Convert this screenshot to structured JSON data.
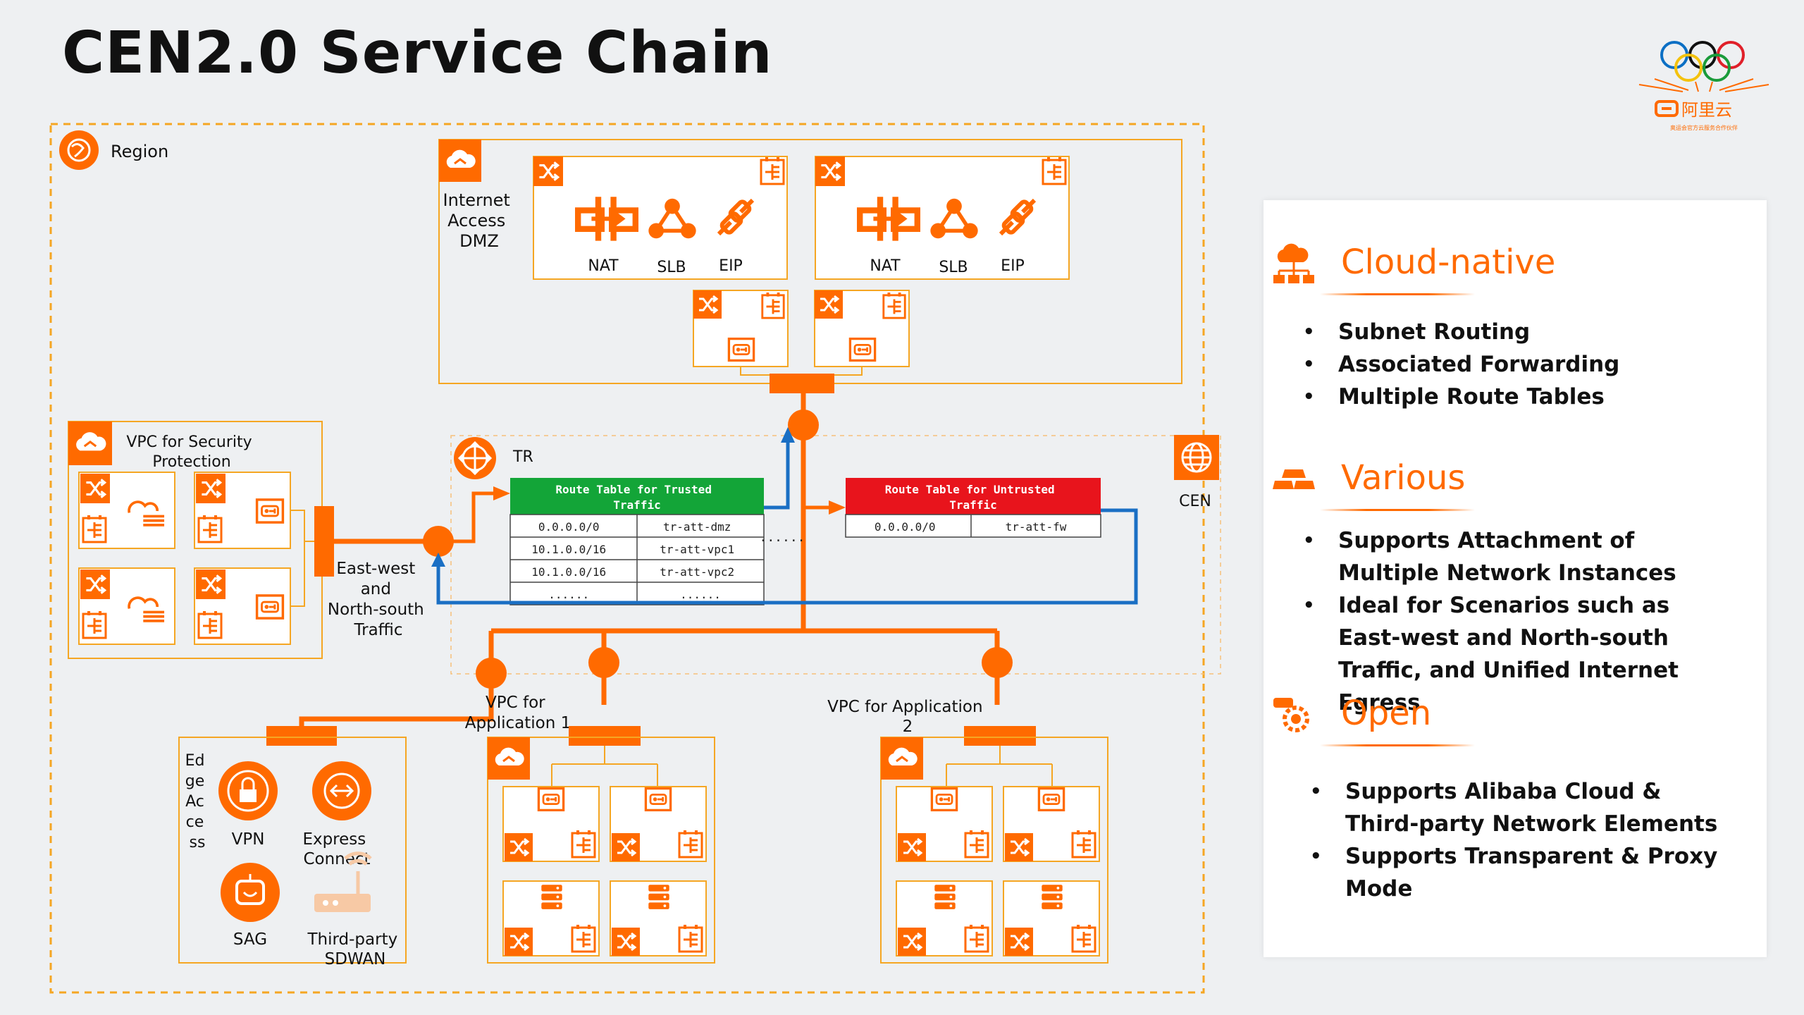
{
  "title": "CEN2.0 Service Chain",
  "logo": {
    "brand": "阿里云",
    "tagline": "奥运会官方云服务合作伙伴"
  },
  "diagram": {
    "region_label": "Region",
    "dmz_label": "Internet Access DMZ",
    "dmz_label_lines": [
      "Internet",
      "Access",
      "DMZ"
    ],
    "nat_label": "NAT",
    "slb_label": "SLB",
    "eip_label": "EIP",
    "tr_label": "TR",
    "cen_label": "CEN",
    "security_vpc_label": "VPC for Security Protection",
    "security_vpc_lines": [
      "VPC for Security",
      "Protection"
    ],
    "traffic_label": "East-west and North-south Traffic",
    "traffic_lines": [
      "East-west",
      "and",
      "North-south",
      "Traffic"
    ],
    "trusted_table": {
      "title_lines": [
        "Route Table for Trusted",
        "Traffic"
      ],
      "rows": [
        [
          "0.0.0.0/0",
          "tr-att-dmz"
        ],
        [
          "10.1.0.0/16",
          "tr-att-vpc1"
        ],
        [
          "10.1.0.0/16",
          "tr-att-vpc2"
        ],
        [
          "......",
          "......"
        ]
      ]
    },
    "untrusted_table": {
      "title_lines": [
        "Route Table for Untrusted",
        "Traffic"
      ],
      "rows": [
        [
          "0.0.0.0/0",
          "tr-att-fw"
        ]
      ]
    },
    "dots": "......",
    "app1_lines": [
      "VPC for",
      "Application 1"
    ],
    "app2_lines": [
      "VPC for Application",
      "2"
    ],
    "edge_lines": [
      "Ed",
      "ge",
      "Ac",
      "ce",
      "ss"
    ],
    "vpn_label": "VPN",
    "express_lines": [
      "Express",
      "Connect"
    ],
    "sag_label": "SAG",
    "sdwan_lines": [
      "Third-party",
      "SDWAN"
    ]
  },
  "features": [
    {
      "title": "Cloud-native",
      "icon": "cloud-network-icon",
      "bullets": [
        "Subnet Routing",
        "Associated Forwarding",
        "Multiple Route Tables"
      ]
    },
    {
      "title": "Various",
      "icon": "stacked-bars-icon",
      "bullets": [
        "Supports Attachment of Multiple Network Instances",
        "Ideal for Scenarios such as East-west and North-south Traffic, and Unified Internet Egress"
      ]
    },
    {
      "title": "Open",
      "icon": "open-gear-icon",
      "bullets": [
        "Supports Alibaba Cloud & Third-party Network Elements",
        "Supports Transparent & Proxy Mode"
      ]
    }
  ],
  "colors": {
    "accent": "#ff6a00",
    "blue": "#1a6fc4",
    "trusted": "#13a538",
    "untrusted": "#e8141c"
  }
}
